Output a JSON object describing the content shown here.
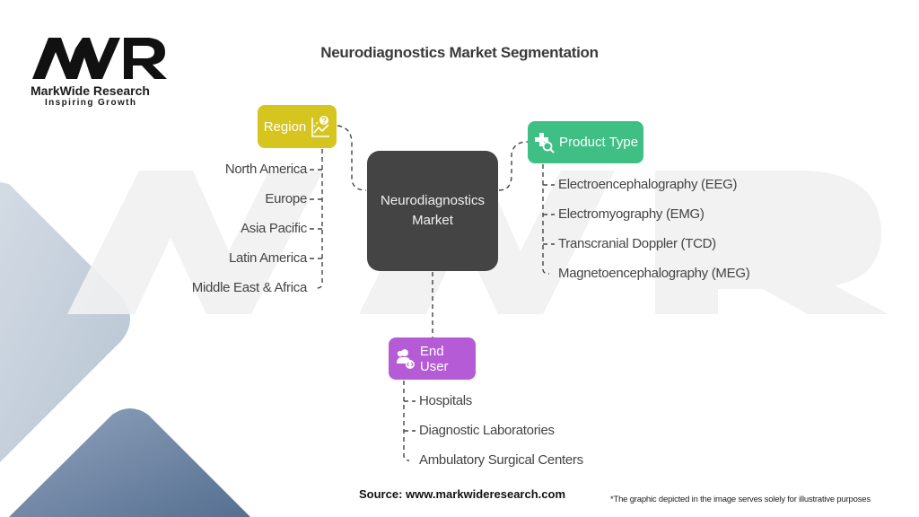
{
  "brand": {
    "logo_mark": "MWR",
    "name": "MarkWide Research",
    "tagline": "Inspiring Growth"
  },
  "title": "Neurodiagnostics Market Segmentation",
  "center": {
    "line1": "Neurodiagnostics",
    "line2": "Market"
  },
  "segments": {
    "region": {
      "label": "Region",
      "icon": "chart-question-icon",
      "color": "#d6c41f",
      "items": [
        "North America",
        "Europe",
        "Asia Pacific",
        "Latin America",
        "Middle East & Africa"
      ]
    },
    "product_type": {
      "label": "Product Type",
      "icon": "medical-plus-search-icon",
      "color": "#3fbf83",
      "items": [
        "Electroencephalography (EEG)",
        "Electromyography (EMG)",
        "Transcranial Doppler (TCD)",
        "Magnetoencephalography (MEG)"
      ]
    },
    "end_user": {
      "label": "End User",
      "icon": "users-code-icon",
      "color": "#b65bd6",
      "items": [
        "Hospitals",
        "Diagnostic Laboratories",
        "Ambulatory Surgical Centers"
      ]
    }
  },
  "footer": {
    "source": "Source: www.markwideresearch.com",
    "disclaimer": "*The graphic depicted in the image serves solely for illustrative purposes"
  }
}
